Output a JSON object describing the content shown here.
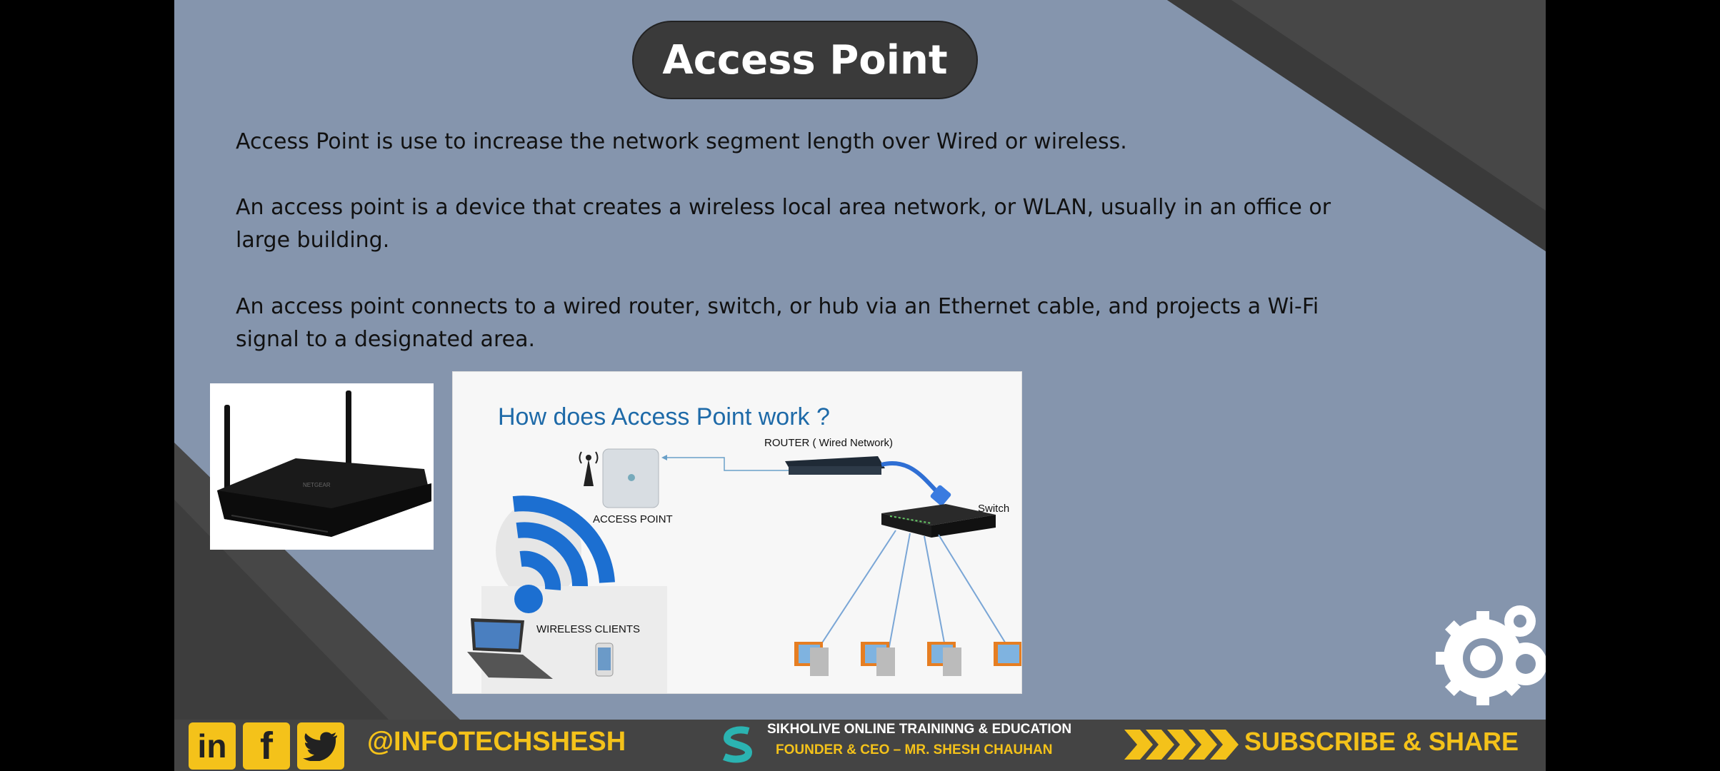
{
  "slide": {
    "title": "Access Point",
    "paragraphs": [
      "Access Point is use to increase the network segment length over Wired or wireless.",
      "An access point is a device that creates a wireless local area network, or WLAN, usually in an office or large building.",
      "An access point connects to a wired router, switch, or hub via an Ethernet cable, and projects a Wi-Fi signal to a designated area."
    ]
  },
  "diagram": {
    "title": "How does Access Point work ?",
    "router_label": "ROUTER ( Wired Network)",
    "switch_label": "Switch",
    "access_point_label": "ACCESS POINT",
    "clients_label": "WIRELESS CLIENTS"
  },
  "footer": {
    "social_icons": [
      "linkedin-icon",
      "facebook-icon",
      "twitter-icon"
    ],
    "linkedin_text": "in",
    "facebook_text": "f",
    "handle": "@INFOTECHSHESH",
    "org_name": "SIKHOLIVE ONLINE TRAININNG & EDUCATION",
    "founder": "FOUNDER & CEO – MR. SHESH CHAUHAN",
    "subscribe": "SUBSCRIBE & SHARE"
  },
  "colors": {
    "slide_bg": "#8595ad",
    "dark": "#444444",
    "accent_yellow": "#f4c21a",
    "diagram_title": "#1e6aa8"
  }
}
